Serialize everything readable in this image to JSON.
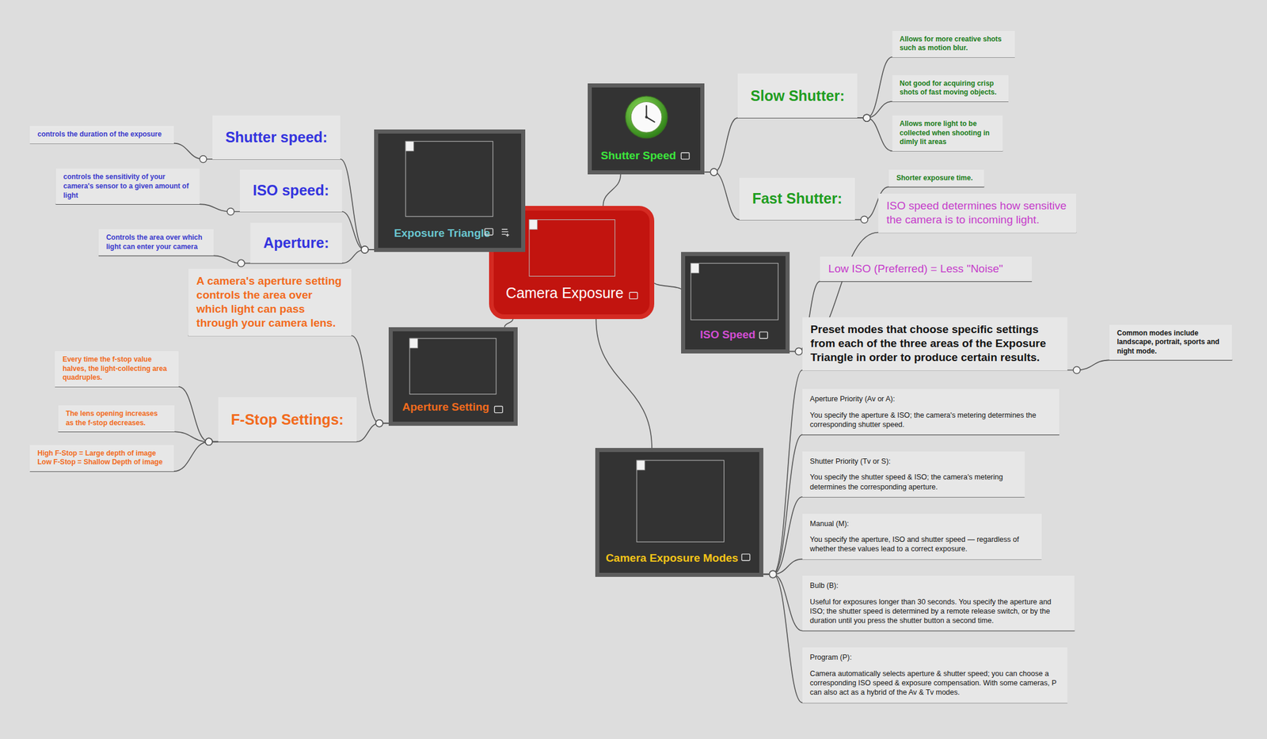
{
  "diagram": {
    "nodes": [
      {
        "text": [
          "Camera Exposure"
        ]
      },
      {
        "text": [
          "Exposure Triangle"
        ]
      },
      {
        "text": [
          "Shutter speed:"
        ]
      },
      {
        "text": [
          "controls the duration of the exposure"
        ]
      },
      {
        "text": [
          "ISO speed:"
        ]
      },
      {
        "text": [
          "controls the sensitivity of your camera's sensor to a given amount of light"
        ]
      },
      {
        "text": [
          "Aperture:"
        ]
      },
      {
        "text": [
          "Controls the area over which light can enter your camera"
        ]
      },
      {
        "text": [
          "Shutter Speed"
        ]
      },
      {
        "text": [
          "Slow Shutter:"
        ]
      },
      {
        "text": [
          "Allows for more creative shots such as motion blur."
        ]
      },
      {
        "text": [
          "Not good for acquiring crisp shots of fast moving objects."
        ]
      },
      {
        "text": [
          "Allows more light to be collected when shooting in dimly lit areas"
        ]
      },
      {
        "text": [
          "Fast Shutter:"
        ]
      },
      {
        "text": [
          "Shorter exposure time."
        ]
      },
      {
        "text": [
          "ISO Speed"
        ]
      },
      {
        "text": [
          "ISO speed determines how sensitive the camera is to incoming light."
        ]
      },
      {
        "text": [
          "Low ISO (Preferred) = Less \"Noise\""
        ]
      },
      {
        "text": [
          "Camera Exposure Modes"
        ]
      },
      {
        "text": [
          "Preset modes that choose specific settings from each of the three areas of the Exposure Triangle in order to produce certain results."
        ]
      },
      {
        "text": [
          "Common modes include landscape, portrait, sports and night mode."
        ]
      },
      {
        "text": [
          "Aperture Priority (Av or A):",
          "You specify the aperture & ISO; the camera's metering determines the corresponding shutter speed."
        ]
      },
      {
        "text": [
          "Shutter Priority (Tv or S):",
          "You specify the shutter speed & ISO; the camera's metering determines the corresponding aperture."
        ]
      },
      {
        "text": [
          "Manual (M):",
          "You specify the aperture, ISO and shutter speed — regardless of whether these values lead to a correct exposure."
        ]
      },
      {
        "text": [
          "Bulb (B):",
          "Useful for exposures longer than 30 seconds. You specify the aperture and ISO; the shutter speed is determined by a remote release switch, or by the duration until you press the shutter button a second time."
        ]
      },
      {
        "text": [
          "Program (P):",
          "Camera automatically selects aperture & shutter speed; you can choose a corresponding ISO speed & exposure compensation. With some cameras, P can also act as a hybrid of the Av & Tv modes."
        ]
      },
      {
        "text": [
          "Aperture Setting"
        ]
      },
      {
        "text": [
          "A camera's aperture setting controls the area over which light can pass through your camera lens."
        ]
      },
      {
        "text": [
          "F-Stop Settings:"
        ]
      },
      {
        "text": [
          "Every time the f-stop value halves, the light-collecting area quadruples."
        ]
      },
      {
        "text": [
          "The lens opening increases as the f-stop decreases."
        ]
      },
      {
        "text": [
          "High F-Stop = Large depth of image Low F-Stop = Shallow Depth of image"
        ]
      }
    ],
    "edges": [
      {
        "from": 0,
        "to": 1,
        "arrow": "none"
      },
      {
        "from": 1,
        "to": 2,
        "arrow": "none"
      },
      {
        "from": 2,
        "to": 3,
        "arrow": "none"
      },
      {
        "from": 1,
        "to": 4,
        "arrow": "none"
      },
      {
        "from": 4,
        "to": 5,
        "arrow": "none"
      },
      {
        "from": 1,
        "to": 6,
        "arrow": "none"
      },
      {
        "from": 6,
        "to": 7,
        "arrow": "none"
      },
      {
        "from": 0,
        "to": 8,
        "arrow": "none"
      },
      {
        "from": 8,
        "to": 9,
        "arrow": "none"
      },
      {
        "from": 9,
        "to": 10,
        "arrow": "none"
      },
      {
        "from": 9,
        "to": 11,
        "arrow": "none"
      },
      {
        "from": 9,
        "to": 12,
        "arrow": "none"
      },
      {
        "from": 8,
        "to": 13,
        "arrow": "none"
      },
      {
        "from": 13,
        "to": 14,
        "arrow": "none"
      },
      {
        "from": 0,
        "to": 15,
        "arrow": "none"
      },
      {
        "from": 15,
        "to": 16,
        "arrow": "none"
      },
      {
        "from": 15,
        "to": 17,
        "arrow": "none"
      },
      {
        "from": 0,
        "to": 18,
        "arrow": "none"
      },
      {
        "from": 18,
        "to": 19,
        "arrow": "none"
      },
      {
        "from": 19,
        "to": 20,
        "arrow": "none"
      },
      {
        "from": 18,
        "to": 21,
        "arrow": "none"
      },
      {
        "from": 18,
        "to": 22,
        "arrow": "none"
      },
      {
        "from": 18,
        "to": 23,
        "arrow": "none"
      },
      {
        "from": 18,
        "to": 24,
        "arrow": "none"
      },
      {
        "from": 18,
        "to": 25,
        "arrow": "none"
      },
      {
        "from": 0,
        "to": 26,
        "arrow": "none"
      },
      {
        "from": 26,
        "to": 27,
        "arrow": "none"
      },
      {
        "from": 26,
        "to": 28,
        "arrow": "none"
      },
      {
        "from": 28,
        "to": 29,
        "arrow": "none"
      },
      {
        "from": 28,
        "to": 30,
        "arrow": "none"
      },
      {
        "from": 28,
        "to": 31,
        "arrow": "none"
      }
    ]
  }
}
